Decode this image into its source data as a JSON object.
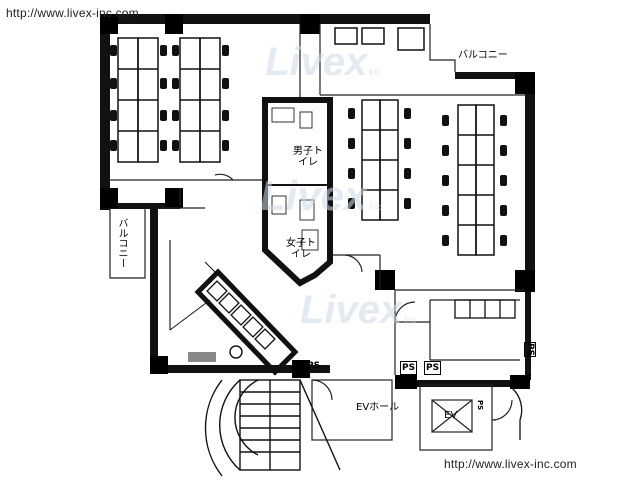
{
  "url_top": "http://www.livex-inc.com",
  "url_bottom": "http://www.livex-inc.com",
  "watermark": "Livex",
  "watermark_sub": "Inc",
  "rooms": {
    "balcony_top": "バルコニー",
    "balcony_left": "バルコニー",
    "mens_toilet": "男子トイレ",
    "womens_toilet": "女子トイレ",
    "ev_hall": "EVホール",
    "ev": "EV"
  },
  "shafts": [
    "PS",
    "PS",
    "PS",
    "PS",
    "PS"
  ]
}
